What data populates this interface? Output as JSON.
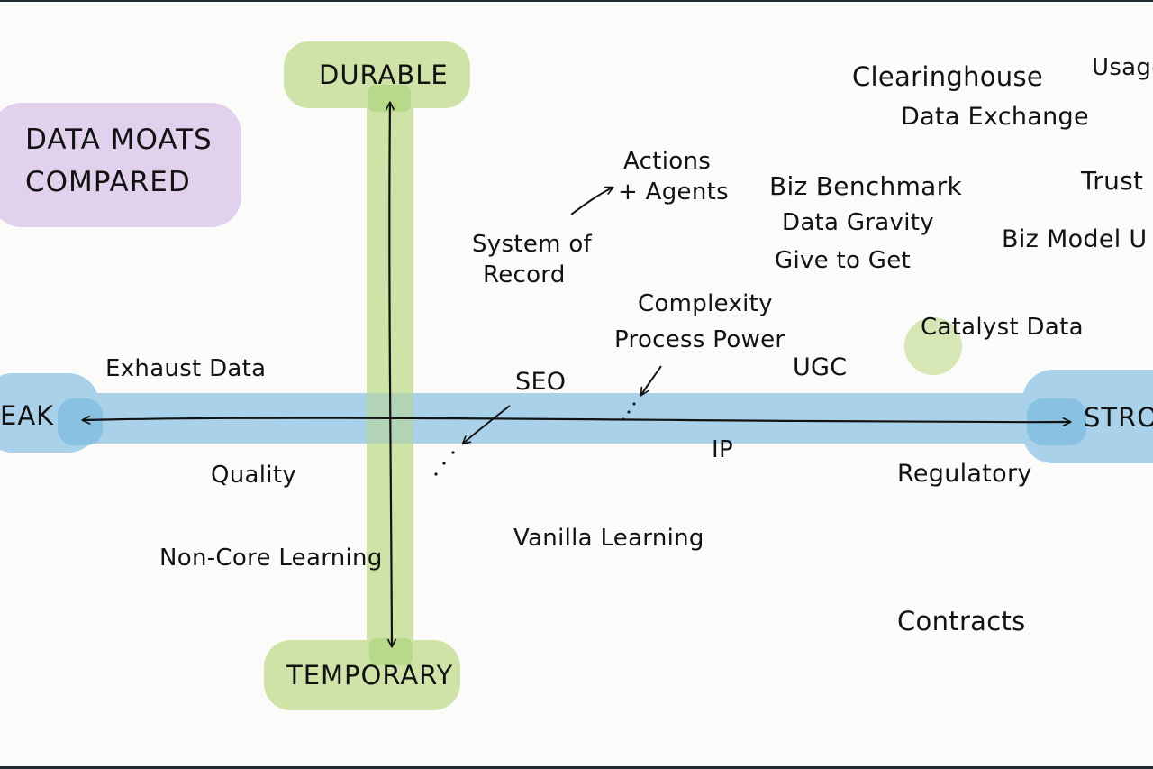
{
  "title": {
    "line1": "DATA MOATS",
    "line2": "COMPARED"
  },
  "axes": {
    "top": "DURABLE",
    "bottom": "TEMPORARY",
    "left": "EAK",
    "right": "STRO"
  },
  "items": {
    "clearinghouse": "Clearinghouse",
    "data_exchange": "Data Exchange",
    "usage": "Usage",
    "actions": "Actions",
    "agents": "+ Agents",
    "biz_benchmark": "Biz Benchmark",
    "data_gravity": "Data Gravity",
    "give_to_get": "Give to Get",
    "trust": "Trust",
    "biz_model": "Biz Model U",
    "system_of": "System of",
    "record": "Record",
    "complexity": "Complexity",
    "process_power": "Process Power",
    "catalyst_data": "Catalyst Data",
    "exhaust_data": "Exhaust Data",
    "seo": "SEO",
    "ugc": "UGC",
    "ip": "IP",
    "quality": "Quality",
    "regulatory": "Regulatory",
    "vanilla_learning": "Vanilla Learning",
    "non_core_learning": "Non-Core Learning",
    "contracts": "Contracts"
  },
  "colors": {
    "horizontal_band": "#a9d2ea",
    "horizontal_band_end": "#7fbde0",
    "vertical_band": "#cfe3a8",
    "vertical_band_end": "#b8d98a",
    "title_box": "#e2d1ec",
    "catalyst_dot": "#d6e6b4",
    "ink": "#121212"
  }
}
